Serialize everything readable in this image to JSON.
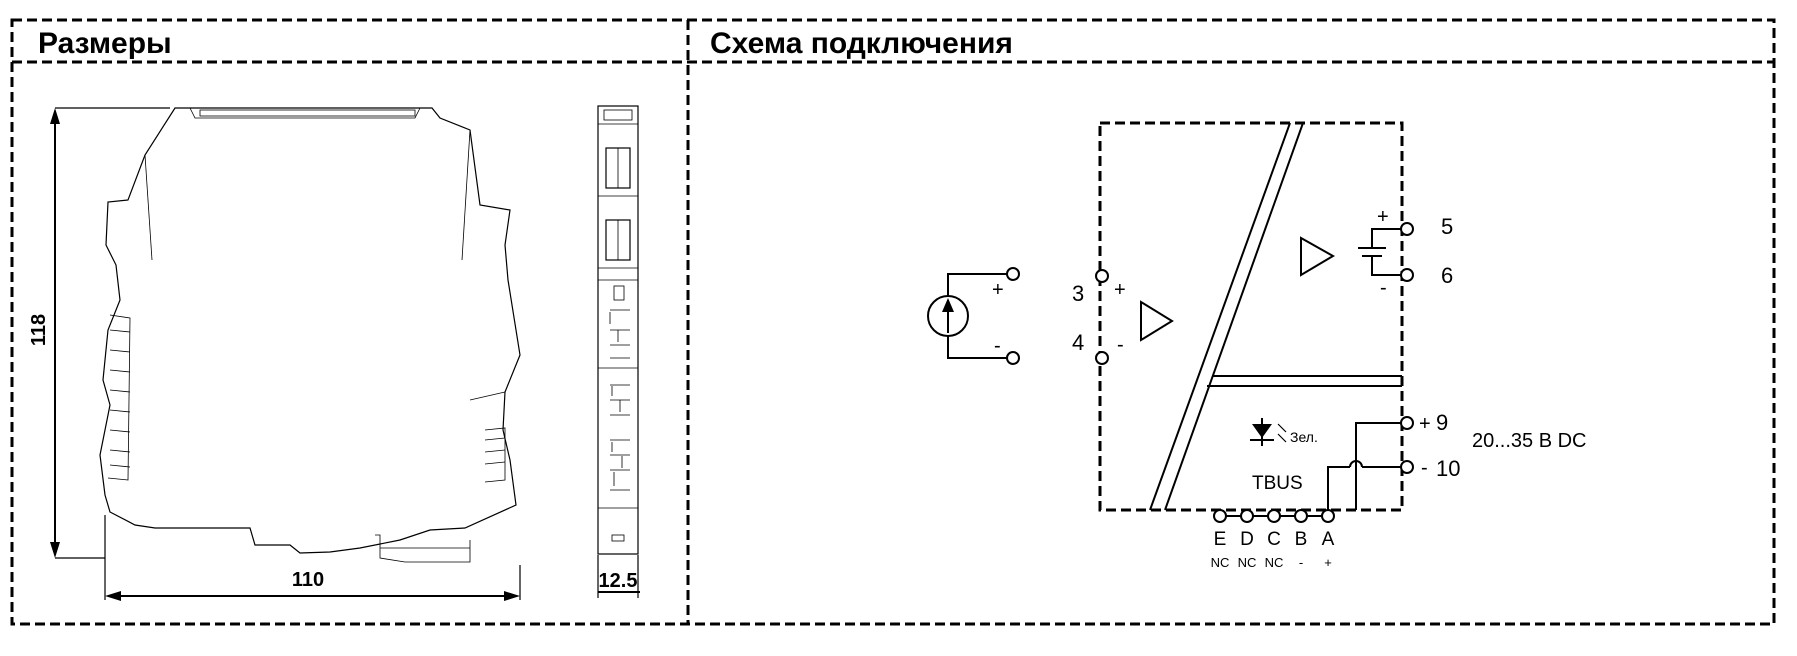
{
  "headers": {
    "dimensions": "Размеры",
    "wiring": "Схема подключения"
  },
  "dimensions": {
    "height": "118",
    "width": "110",
    "depth": "12.5"
  },
  "wiring": {
    "input_terminals": {
      "plus": "3",
      "minus": "4"
    },
    "output_terminals": {
      "plus": "5",
      "minus": "6"
    },
    "power_terminals": {
      "plus": "9",
      "minus": "10"
    },
    "polarity": {
      "plus": "+",
      "minus": "-"
    },
    "power_label": "20...35 В DC",
    "led_label": "Зел.",
    "tbus_label": "TBUS",
    "tbus_pins": [
      {
        "letter": "E",
        "note": "NC"
      },
      {
        "letter": "D",
        "note": "NC"
      },
      {
        "letter": "C",
        "note": "NC"
      },
      {
        "letter": "B",
        "note": "-"
      },
      {
        "letter": "A",
        "note": "+"
      }
    ]
  }
}
